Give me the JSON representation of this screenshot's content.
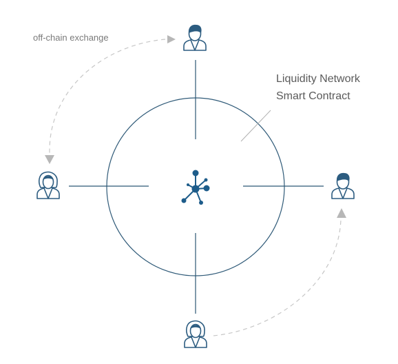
{
  "diagram": {
    "offchain_label": "off-chain exchange",
    "contract_label_line1": "Liquidity Network",
    "contract_label_line2": "Smart Contract",
    "icons": {
      "top": "male-user-icon",
      "left": "female-user-icon",
      "right": "male-user-icon",
      "bottom": "female-user-icon",
      "center": "network-hub-icon"
    },
    "colors": {
      "line": "#2b5773",
      "icon": "#2c5c80",
      "hub": "#1d5c8a",
      "dashed_arrow": "#c6c6c6",
      "text": "#5a5a5a"
    }
  }
}
